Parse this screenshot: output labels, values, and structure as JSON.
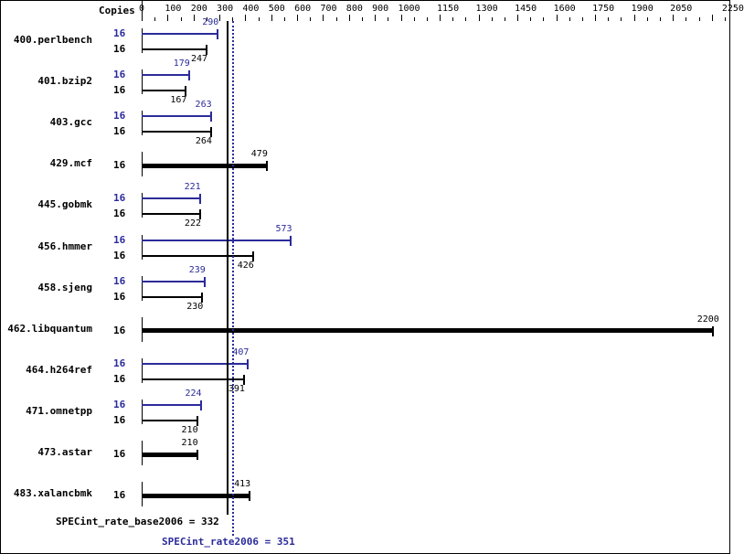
{
  "chart_data": {
    "type": "bar",
    "orientation": "horizontal",
    "title": "",
    "xlabel": "",
    "ylabel": "",
    "header_label": "Copies",
    "x_ticks": [
      0,
      100,
      200,
      300,
      400,
      500,
      600,
      700,
      800,
      900,
      1000,
      1150,
      1300,
      1450,
      1600,
      1750,
      1900,
      2050,
      2250
    ],
    "xlim": [
      0,
      2260
    ],
    "colors": {
      "peak": "#2b2b9b",
      "base": "#000000"
    },
    "legend": [],
    "summary": {
      "base_label": "SPECint_rate_base2006 = 332",
      "base_value": 332,
      "peak_label": "SPECint_rate2006 = 351",
      "peak_value": 351
    },
    "categories": [
      "400.perlbench",
      "401.bzip2",
      "403.gcc",
      "429.mcf",
      "445.gobmk",
      "456.hmmer",
      "458.sjeng",
      "462.libquantum",
      "464.h264ref",
      "471.omnetpp",
      "473.astar",
      "483.xalancbmk"
    ],
    "series": [
      {
        "name": "peak",
        "copies": [
          16,
          16,
          16,
          null,
          16,
          16,
          16,
          null,
          16,
          16,
          null,
          null
        ],
        "values": [
          290,
          179,
          263,
          null,
          221,
          573,
          239,
          null,
          407,
          224,
          null,
          null
        ]
      },
      {
        "name": "base",
        "copies": [
          16,
          16,
          16,
          16,
          16,
          16,
          16,
          16,
          16,
          16,
          16,
          16
        ],
        "values": [
          247,
          167,
          264,
          479,
          222,
          426,
          230,
          2200,
          391,
          210,
          210,
          413
        ]
      }
    ]
  }
}
